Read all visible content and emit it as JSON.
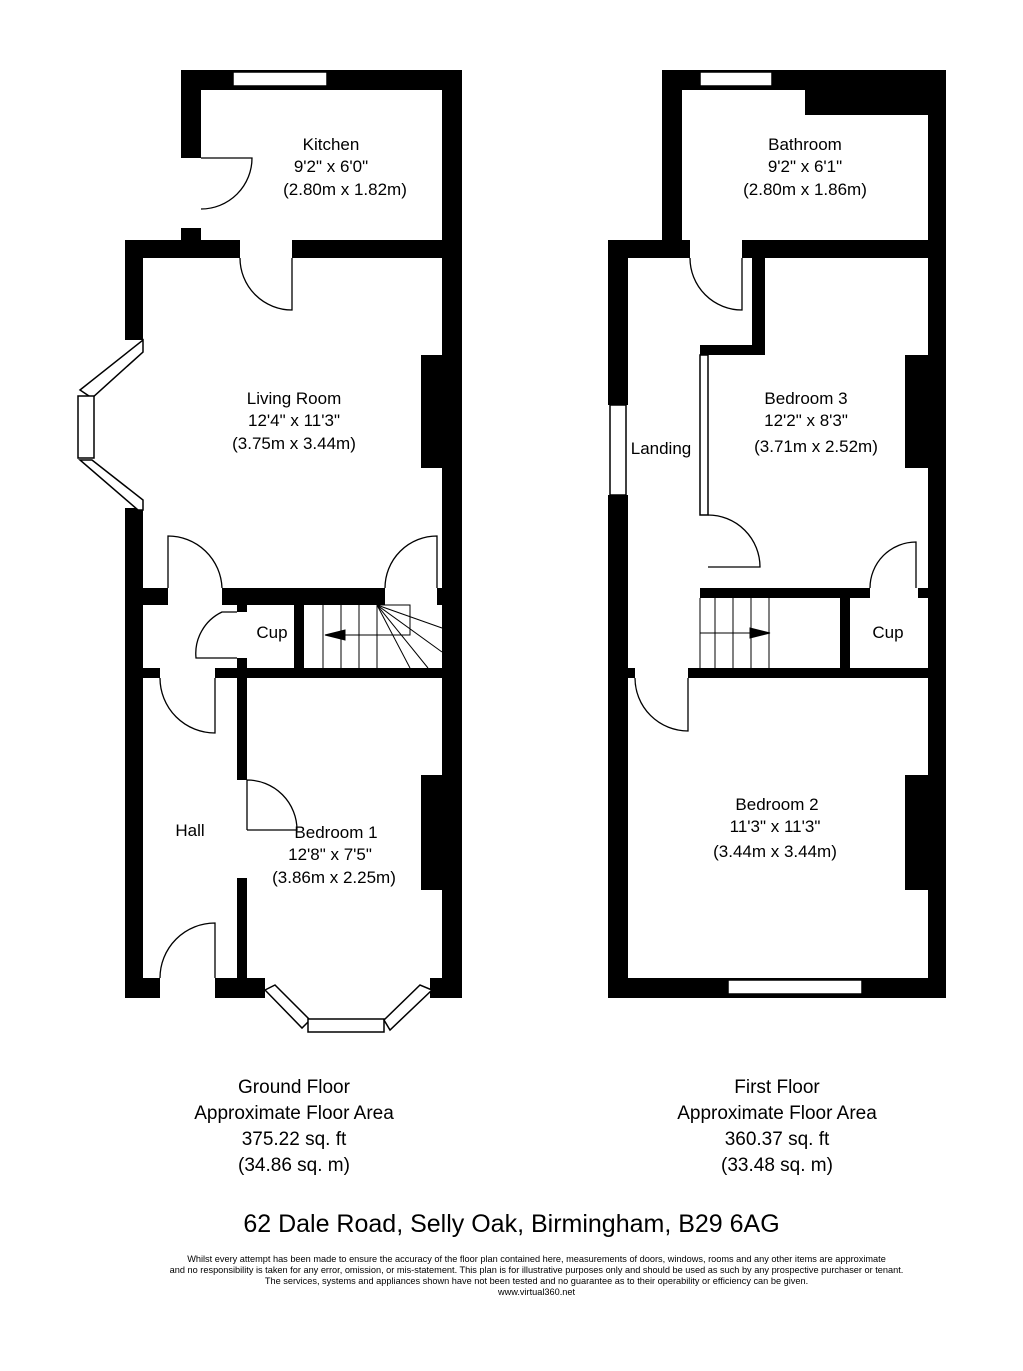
{
  "rooms": {
    "kitchen": {
      "name": "Kitchen",
      "imperial": "9'2\" x 6'0\"",
      "metric": "(2.80m x 1.82m)"
    },
    "living_room": {
      "name": "Living Room",
      "imperial": "12'4\" x 11'3\"",
      "metric": "(3.75m x 3.44m)"
    },
    "cup_ground": {
      "name": "Cup"
    },
    "hall": {
      "name": "Hall"
    },
    "bedroom1": {
      "name": "Bedroom 1",
      "imperial": "12'8\" x 7'5\"",
      "metric": "(3.86m x 2.25m)"
    },
    "bathroom": {
      "name": "Bathroom",
      "imperial": "9'2\" x 6'1\"",
      "metric": "(2.80m x 1.86m)"
    },
    "bedroom3": {
      "name": "Bedroom 3",
      "imperial": "12'2\" x 8'3\"",
      "metric": "(3.71m x 2.52m)"
    },
    "landing": {
      "name": "Landing"
    },
    "cup_first": {
      "name": "Cup"
    },
    "bedroom2": {
      "name": "Bedroom 2",
      "imperial": "11'3\" x 11'3\"",
      "metric": "(3.44m x 3.44m)"
    }
  },
  "floors": [
    {
      "name": "Ground Floor",
      "area_label": "Approximate Floor Area",
      "sqft": "375.22 sq. ft",
      "sqm": "(34.86 sq. m)"
    },
    {
      "name": "First Floor",
      "area_label": "Approximate Floor Area",
      "sqft": "360.37 sq. ft",
      "sqm": "(33.48 sq. m)"
    }
  ],
  "address": "62 Dale Road, Selly Oak, Birmingham, B29 6AG",
  "disclaimer": [
    "Whilst every attempt has been made to ensure the accuracy of the floor plan contained here, measurements of doors, windows, rooms and any other items are approximate",
    "and no responsibility is taken for any error, omission, or mis-statement. This plan is for illustrative purposes only and should be used as such by any prospective purchaser or tenant.",
    "The services, systems and appliances shown have not been tested and no guarantee as to their operability or efficiency can be given.",
    "www.virtual360.net"
  ]
}
